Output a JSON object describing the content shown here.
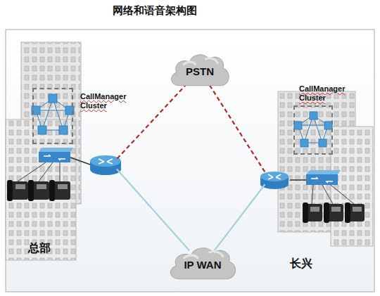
{
  "diagram": {
    "title": "网络和语音架构图",
    "nodes": [
      {
        "text": [
          "总部"
        ]
      },
      {
        "text": [
          "CallManager Cluster"
        ],
        "in": 0
      },
      {
        "text": [
          "PSTN"
        ]
      },
      {
        "text": [
          "IP WAN"
        ]
      },
      {
        "text": [
          "长兴"
        ]
      },
      {
        "text": [
          "CallManager Cluster"
        ],
        "in": 4
      }
    ],
    "edges": [
      {
        "from": 0,
        "to": 2,
        "arrow": "none"
      },
      {
        "from": 2,
        "to": 4,
        "arrow": "none"
      },
      {
        "from": 0,
        "to": 3,
        "arrow": "none"
      },
      {
        "from": 3,
        "to": 4,
        "arrow": "none"
      }
    ]
  }
}
